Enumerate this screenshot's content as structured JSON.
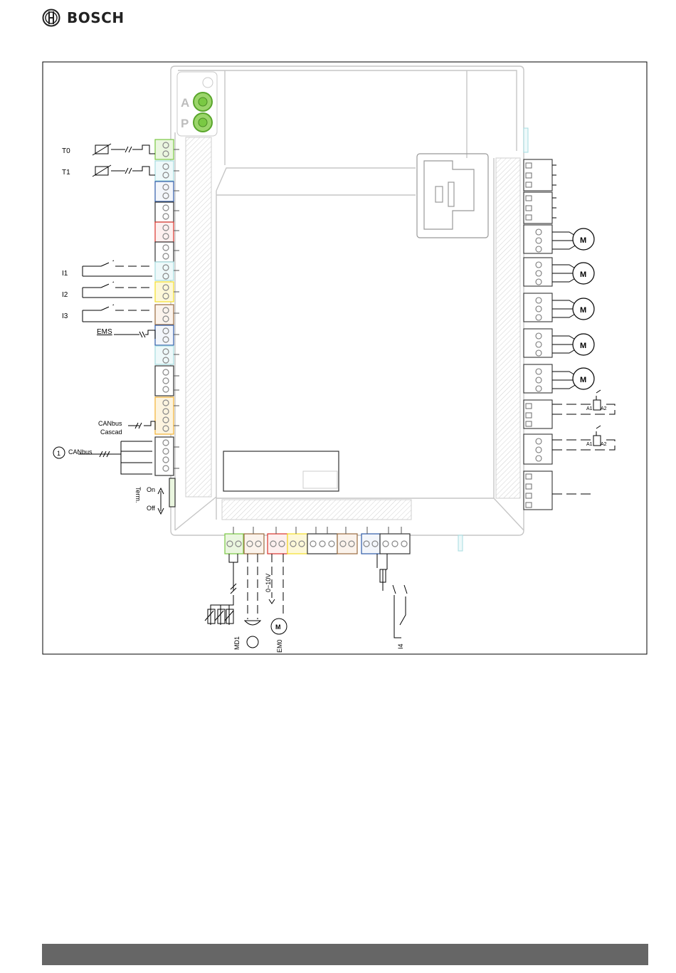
{
  "header": {
    "brand": "BOSCH"
  },
  "colors": {
    "green": "#7ac943",
    "lightblue": "#a6dce0",
    "blue": "#2e5ba8",
    "red": "#d9332b",
    "yellow": "#f4df2a",
    "orange": "#f2b233",
    "brown": "#9a6b3f",
    "dark": "#333333",
    "housing": "#c9c9c9",
    "footer": "#666666"
  },
  "diagram": {
    "selectors": [
      "A",
      "P"
    ],
    "left_labels": {
      "t0": "T0",
      "t1": "T1",
      "i1": "I1",
      "i2": "I2",
      "i3": "I3",
      "ems": "EMS",
      "canbus_cascade_1": "CANbus",
      "canbus_cascade_2": "Cascad",
      "callout": "1",
      "canbus": "CANbus",
      "term_on": "On",
      "term": "Term.",
      "term_off": "Off"
    },
    "bottom_labels": {
      "md1": "MD1",
      "em0": "EM0",
      "voltage": "0−10V",
      "i4": "I4"
    },
    "right_labels": {
      "motor": "M",
      "a1": "A1",
      "a2": "A2"
    }
  }
}
